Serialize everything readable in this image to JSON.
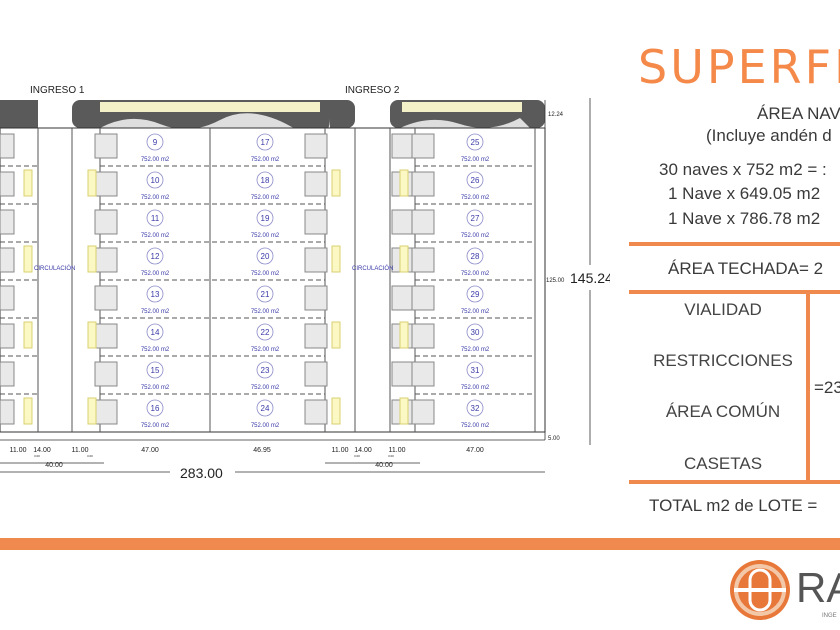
{
  "title": "SUPERFI",
  "area_naves": {
    "heading": "ÁREA NAV",
    "note": "(Incluye andén d",
    "lines": [
      "30 naves x 752 m2 = :",
      "1 Nave x 649.05 m2",
      "1 Nave x 786.78 m2"
    ]
  },
  "area_techada": "ÁREA TECHADA= 2",
  "other_areas": {
    "labels": [
      "VIALIDAD",
      "RESTRICCIONES",
      "ÁREA COMÚN",
      "CASETAS"
    ],
    "value": "=23"
  },
  "total": "TOTAL m2 de LOTE =",
  "logo": {
    "text": "RA",
    "subtext": "INGE"
  },
  "colors": {
    "accent": "#f0894e",
    "title": "#f4894a",
    "unit_text": "#3a3aa8"
  },
  "plan": {
    "entrances": [
      "INGRESO 1",
      "INGRESO 2"
    ],
    "circulation_label": "CIRCULACIÓN",
    "unit_area": "752.00 m2",
    "unit_columns": [
      [
        9,
        10,
        11,
        12,
        13,
        14,
        15,
        16
      ],
      [
        17,
        18,
        19,
        20,
        21,
        22,
        23,
        24
      ],
      [
        25,
        26,
        27,
        28,
        29,
        30,
        31,
        32
      ]
    ],
    "dimensions": {
      "bottom": [
        "11.00",
        "14.00",
        "11.00",
        "47.00",
        "46.95",
        "11.00",
        "14.00",
        "11.00",
        "47.00"
      ],
      "small": "3.00",
      "group": "40.00",
      "total_width": "283.00",
      "right_top": "12.24",
      "right_mid": "125.00",
      "right_bottom": "5.00",
      "total_height": "145.24"
    }
  }
}
